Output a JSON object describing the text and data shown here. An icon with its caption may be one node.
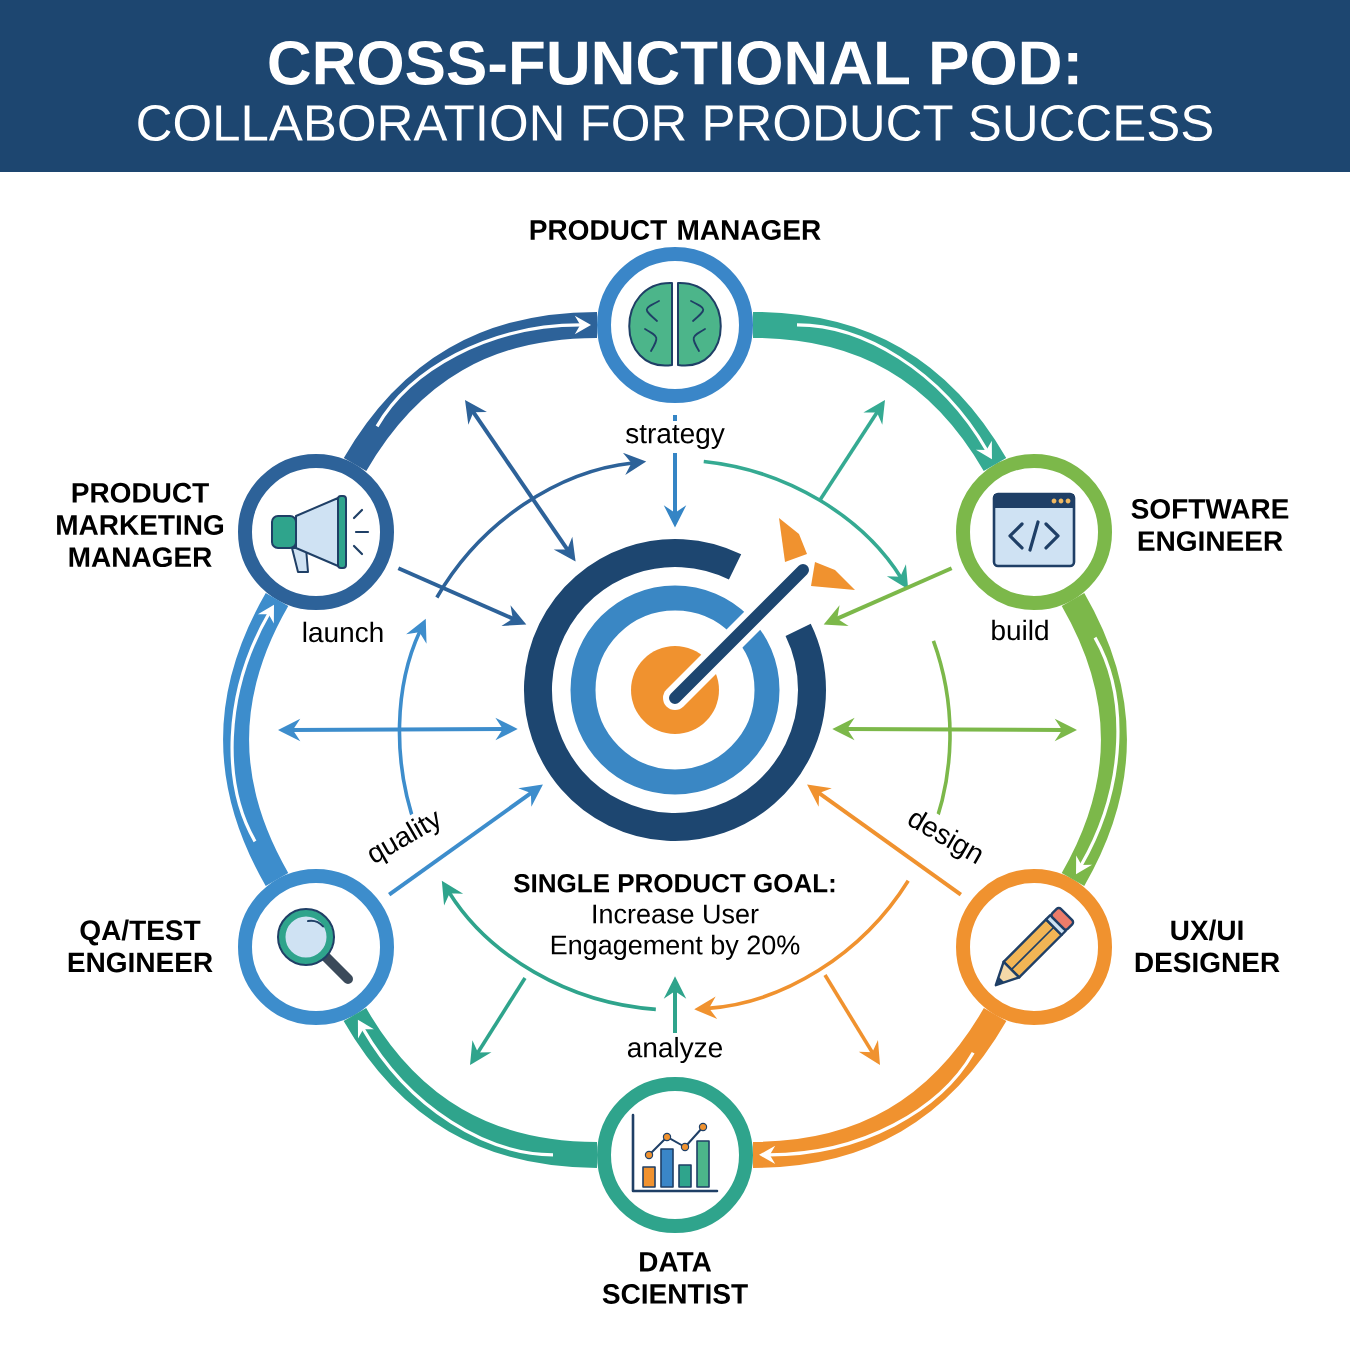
{
  "diagram": {
    "title": "CROSS-FUNCTIONAL POD:",
    "nodes": [
      {
        "text": [
          "PRODUCT MANAGER"
        ]
      },
      {
        "text": [
          "SOFTWARE ENGINEER"
        ]
      },
      {
        "text": [
          "UX/UI DESIGNER"
        ]
      },
      {
        "text": [
          "DATA SCIENTIST"
        ]
      },
      {
        "text": [
          "QA/TEST ENGINEER"
        ]
      },
      {
        "text": [
          "PRODUCT MARKETING MANAGER"
        ]
      },
      {
        "text": [],
        "shape": "circle"
      },
      {
        "text": [
          "SINGLE PRODUCT GOAL:",
          "Increase User Engagement by 20%"
        ]
      }
    ],
    "edges": [
      {
        "from": 5,
        "to": 0,
        "arrow": "to",
        "style": "thick",
        "color": "#2d6299"
      },
      {
        "from": 0,
        "to": 1,
        "arrow": "to",
        "style": "thick",
        "color": "#35aa92"
      },
      {
        "from": 1,
        "to": 2,
        "arrow": "to",
        "style": "thick",
        "color": "#7cb84a"
      },
      {
        "from": 2,
        "to": 3,
        "arrow": "to",
        "style": "thick",
        "color": "#f0922f"
      },
      {
        "from": 3,
        "to": 4,
        "arrow": "to",
        "style": "thick",
        "color": "#2fa48c"
      },
      {
        "from": 4,
        "to": 5,
        "arrow": "to",
        "style": "thick",
        "color": "#3d8dcc"
      },
      {
        "from": 0,
        "to": 6,
        "arrow": "to",
        "label": "strategy",
        "color": "#3585c5"
      },
      {
        "from": 1,
        "to": 6,
        "arrow": "to",
        "label": "build",
        "color": "#7cb84a"
      },
      {
        "from": 2,
        "to": 6,
        "arrow": "to",
        "label": "design",
        "color": "#f0922f"
      },
      {
        "from": 3,
        "to": 7,
        "arrow": "to",
        "label": "analyze",
        "color": "#2fa48c"
      },
      {
        "from": 4,
        "to": 6,
        "arrow": "to",
        "label": "quality",
        "color": "#3d8dcc"
      },
      {
        "from": 5,
        "to": 6,
        "arrow": "to",
        "label": "launch",
        "color": "#2d6299"
      },
      {
        "from": null,
        "to": 6,
        "arrow": "both",
        "color": "#2d6299"
      },
      {
        "from": null,
        "to": 6,
        "arrow": "both",
        "color": "#3d8dcc"
      },
      {
        "from": null,
        "to": 6,
        "arrow": "both",
        "color": "#7cb84a"
      }
    ],
    "labels": [
      "COLLABORATION FOR PRODUCT SUCCESS"
    ]
  }
}
